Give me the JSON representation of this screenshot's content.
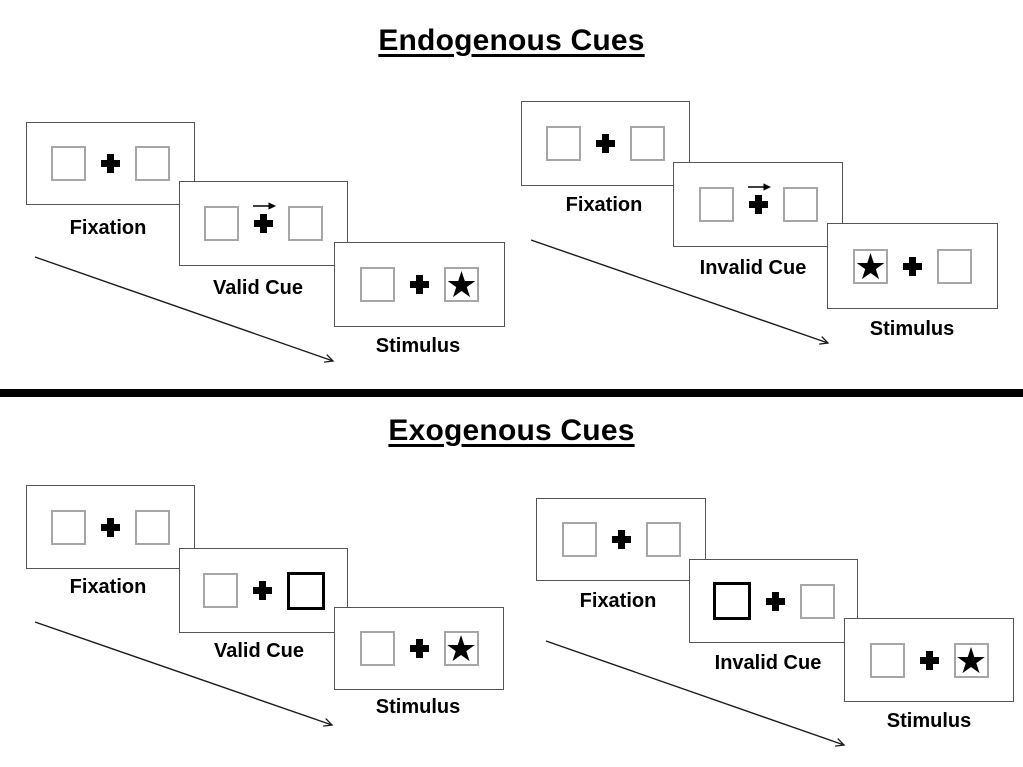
{
  "endogenous": {
    "title": "Endogenous Cues",
    "valid": {
      "fixation_label": "Fixation",
      "cue_label": "Valid Cue",
      "stimulus_label": "Stimulus",
      "cue_arrow_direction": "right",
      "stimulus_side": "right"
    },
    "invalid": {
      "fixation_label": "Fixation",
      "cue_label": "Invalid Cue",
      "stimulus_label": "Stimulus",
      "cue_arrow_direction": "right",
      "stimulus_side": "left"
    }
  },
  "exogenous": {
    "title": "Exogenous Cues",
    "valid": {
      "fixation_label": "Fixation",
      "cue_label": "Valid Cue",
      "stimulus_label": "Stimulus",
      "cue_highlight_side": "right",
      "stimulus_side": "right"
    },
    "invalid": {
      "fixation_label": "Fixation",
      "cue_label": "Invalid Cue",
      "stimulus_label": "Stimulus",
      "cue_highlight_side": "left",
      "stimulus_side": "right"
    }
  },
  "icons": {
    "fixation_cross": "heavy-plus-cross",
    "stimulus_star": "★",
    "cue_arrow": "right-arrow",
    "sequence_arrow": "diagonal-down-right-arrow"
  },
  "colors": {
    "background": "#ffffff",
    "panel_border": "#545454",
    "placeholder_box_border": "#a6a6a6",
    "highlight_box_border": "#000000",
    "ink": "#000000"
  }
}
